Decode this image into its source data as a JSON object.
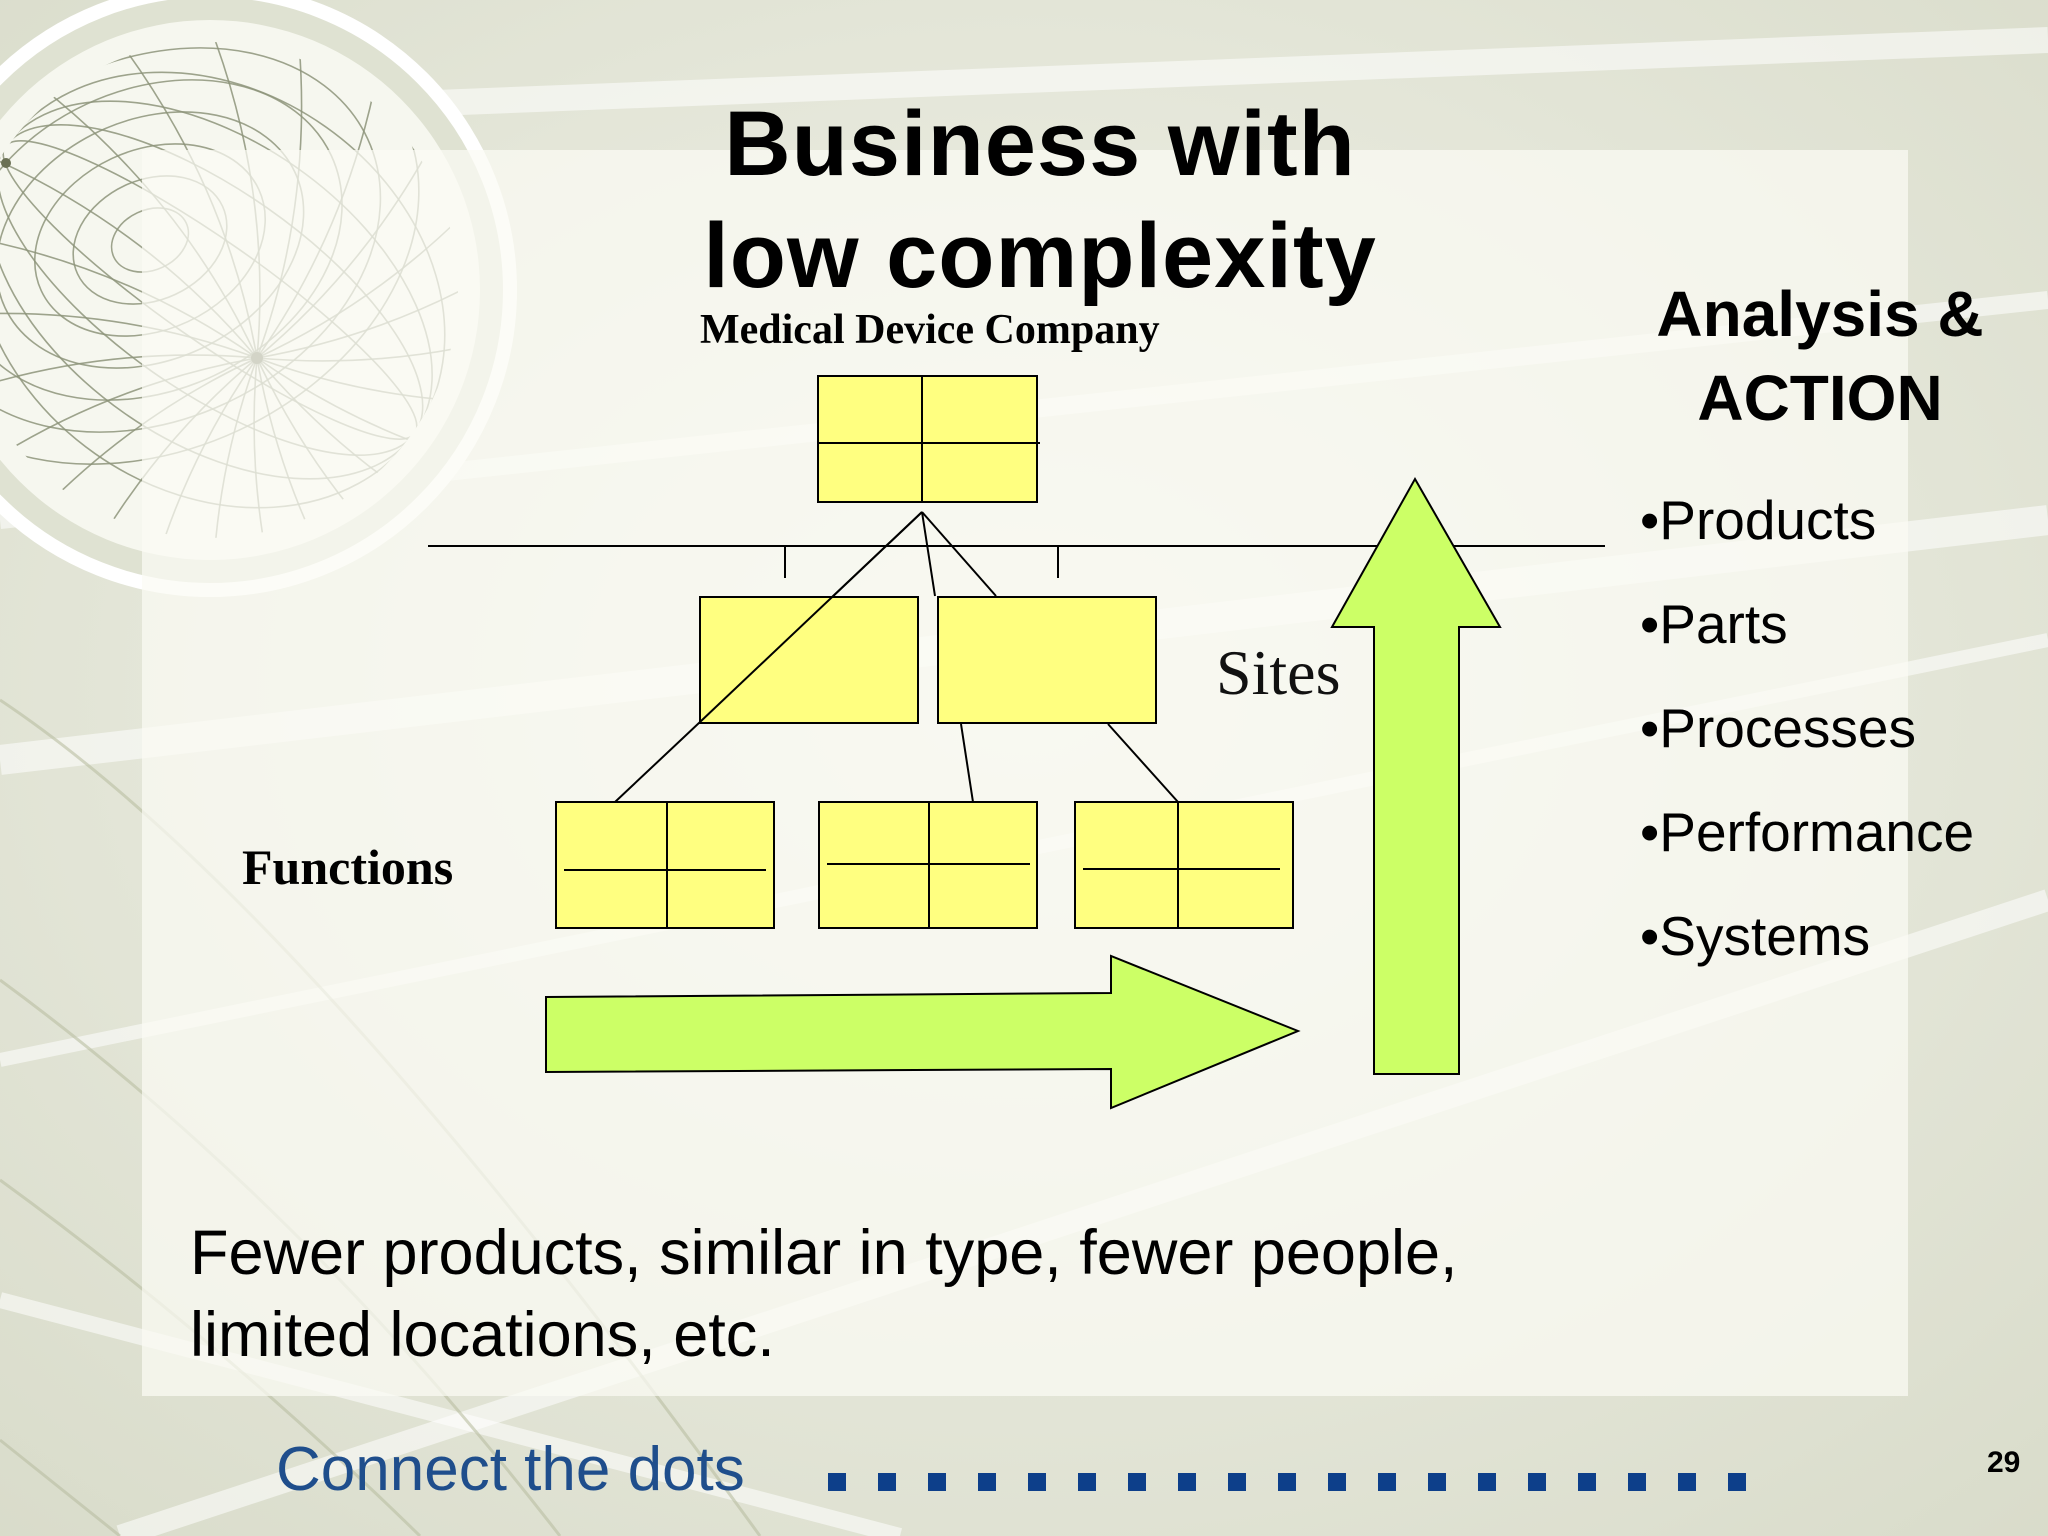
{
  "title": {
    "line1": "Business with",
    "line2": "low complexity"
  },
  "diagram": {
    "company_label": "Medical Device Company",
    "functions_label": "Functions",
    "sites_label": "Sites",
    "box_color": "#ffff80",
    "arrow_color": "#ccff66"
  },
  "analysis": {
    "heading_line1": "Analysis &",
    "heading_line2": "ACTION",
    "items": [
      "•Products",
      "•Parts",
      "•Processes",
      "•Performance",
      "•Systems"
    ]
  },
  "summary": {
    "line1": "Fewer products, similar in type, fewer people,",
    "line2": "limited locations, etc."
  },
  "footer": {
    "text": "Connect the dots",
    "dot_color": "#0d3f8a"
  },
  "page_number": "29",
  "icons": {
    "background": "wireframe-globe-icon"
  }
}
